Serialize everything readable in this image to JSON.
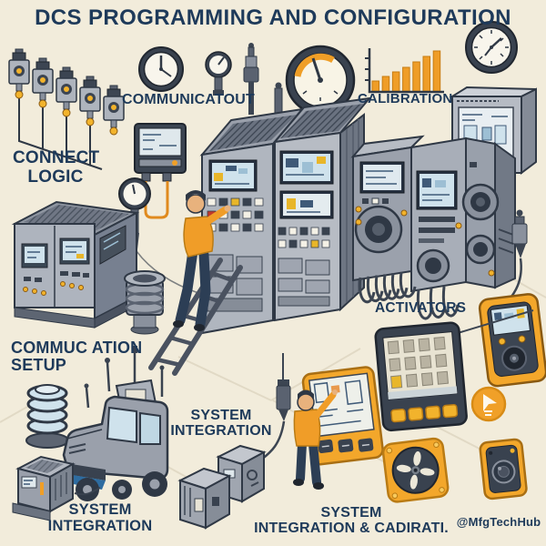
{
  "title": "DCS PROGRAMMING AND CONFIGURATION",
  "watermark": "@MfgTechHub",
  "labels": {
    "communicatout": "COMMUNICATOUT",
    "connect_logic": {
      "line1": "CONNECT",
      "line2": "LOGIC"
    },
    "calibration": "CALIBRATION",
    "activators": "ACTIVATORS",
    "commucation_setup": {
      "line1": "COMMUC ATION",
      "line2": "SETUP"
    },
    "system_integration_center": {
      "line1": "SYSTEM",
      "line2": "INTEGRATION"
    },
    "system_integration_left": {
      "line1": "SYSTEM",
      "line2": "INTEGRATION"
    },
    "system_integration_right": {
      "line1": "SYSTEM",
      "line2": "INTEGRATION & CADIRATI."
    }
  },
  "calibration_chart": {
    "type": "bar",
    "bar_heights": [
      12,
      17,
      22,
      27,
      33,
      39,
      45
    ]
  },
  "colors": {
    "background": "#f2ecdb",
    "text_navy": "#1e3a5a",
    "outline": "#2f3845",
    "accent_orange": "#f0a028",
    "accent_yellow": "#f2b32c",
    "device_gray": "#9aa0ab",
    "screen_blue": "#cfe2ec"
  },
  "illustration_elements": [
    "actuator-row-icon",
    "pressure-gauge-icon",
    "mini-gauge-icon",
    "sensor-probe-icon",
    "orange-gauge-icon",
    "bar-chart-icon",
    "wall-clock-icon",
    "panel-box-icon",
    "wall-hmi-icon",
    "gauge-probe-icon",
    "control-cabinet-icon",
    "dcs-cabinets-icon",
    "ladder-icon",
    "technician-icon",
    "pipe-coupling-icon",
    "activator-bank-icon",
    "handheld-tester-icon",
    "arrow-badge-icon",
    "hmi-display-icon",
    "touch-panel-icon",
    "spring-icon",
    "service-truck-icon",
    "field-box-icon",
    "module-cubes-icon",
    "fan-unit-icon",
    "speaker-unit-icon"
  ]
}
